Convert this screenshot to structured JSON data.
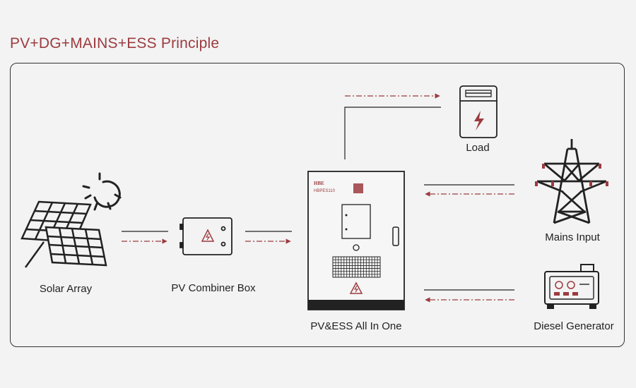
{
  "title": "PV+DG+MAINS+ESS  Principle",
  "nodes": {
    "solar_array": "Solar Array",
    "pv_combiner_box": "PV Combiner Box",
    "all_in_one": "PV&ESS All In One",
    "load": "Load",
    "mains_input": "Mains Input",
    "diesel_generator": "Diesel Generator"
  },
  "device": {
    "brand": "HBE",
    "model": "HBPES110"
  },
  "colors": {
    "accent": "#9c3b3f",
    "line": "#222222",
    "background": "#f3f3f3"
  }
}
